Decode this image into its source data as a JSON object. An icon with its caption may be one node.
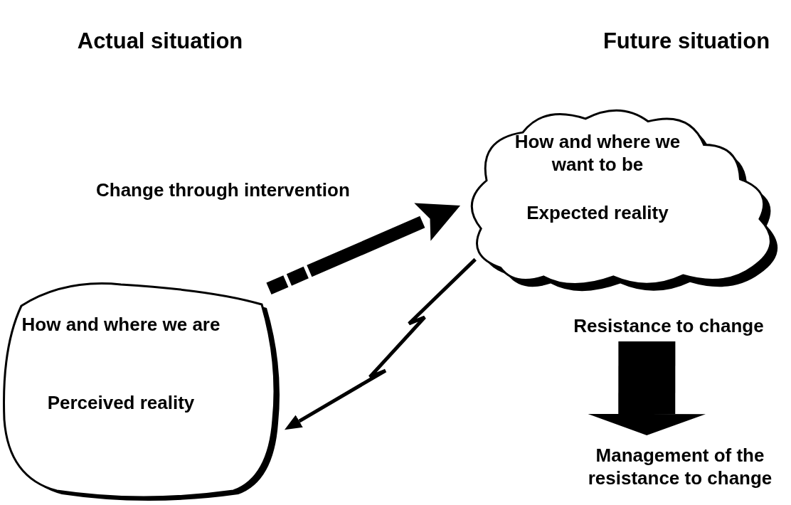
{
  "diagram": {
    "nodes": [
      {
        "text": [
          "How and where we are",
          "Perceived reality"
        ]
      },
      {
        "text": [
          "How and where we want to be",
          "Expected reality"
        ]
      },
      {
        "text": [
          "Resistance to change"
        ]
      },
      {
        "text": [
          "Management of the resistance to change"
        ]
      }
    ],
    "edges": [
      {
        "from": 0,
        "to": 1,
        "arrow": "to",
        "label": "Change through intervention",
        "style": "dashed"
      },
      {
        "from": 1,
        "to": 0,
        "arrow": "to"
      },
      {
        "from": 2,
        "to": 3,
        "arrow": "to",
        "style": "thick"
      }
    ],
    "labels": [
      "Actual situation",
      "Future situation"
    ]
  }
}
